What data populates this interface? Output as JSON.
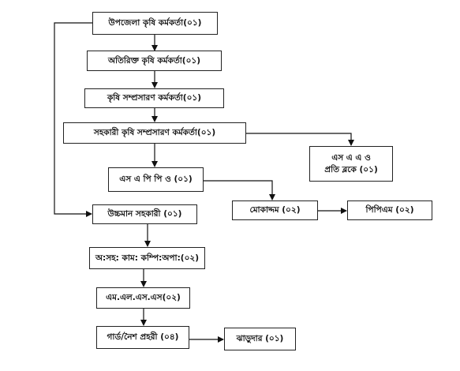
{
  "diagram": {
    "nodes": [
      {
        "id": "upazila-krishi-officer",
        "text": "উপজেলা কৃষি কর্মকর্তা(০১)"
      },
      {
        "id": "additional-krishi-officer",
        "text": "অতিরিক্ত কৃষি কর্মকর্তা(০১)"
      },
      {
        "id": "krishi-somprosaron-officer",
        "text": "কৃষি সম্প্রসারণ কর্মকর্তা(০১)"
      },
      {
        "id": "asst-krishi-somprosaron-officer",
        "text": "সহকারী কৃষি সম্প্রসারণ কর্মকর্তা(০১)"
      },
      {
        "id": "saao",
        "line1": "এস এ এ ও",
        "line2": "প্রতি ব্লকে (০১)"
      },
      {
        "id": "sapp-officer",
        "text": "এস এ পি পি ও (০১)"
      },
      {
        "id": "mokaddom",
        "text": "মোকাদ্দম (০২)"
      },
      {
        "id": "pipiem",
        "text": "পিপিএম (০২)"
      },
      {
        "id": "ucchoman-sohokari",
        "text": "উচ্চমান সহকারী  (০১)"
      },
      {
        "id": "office-assistant",
        "text": "অ:সহ: কাম: কম্পি:অপা:(০২)"
      },
      {
        "id": "mlss",
        "text": "এম.এল.এস.এস(০২)"
      },
      {
        "id": "guard-night-guard",
        "text": "গার্ড/নৈশ প্রহরী (০৪)"
      },
      {
        "id": "jharudar",
        "text": "ঝাড়ুদার (০১)"
      }
    ]
  }
}
